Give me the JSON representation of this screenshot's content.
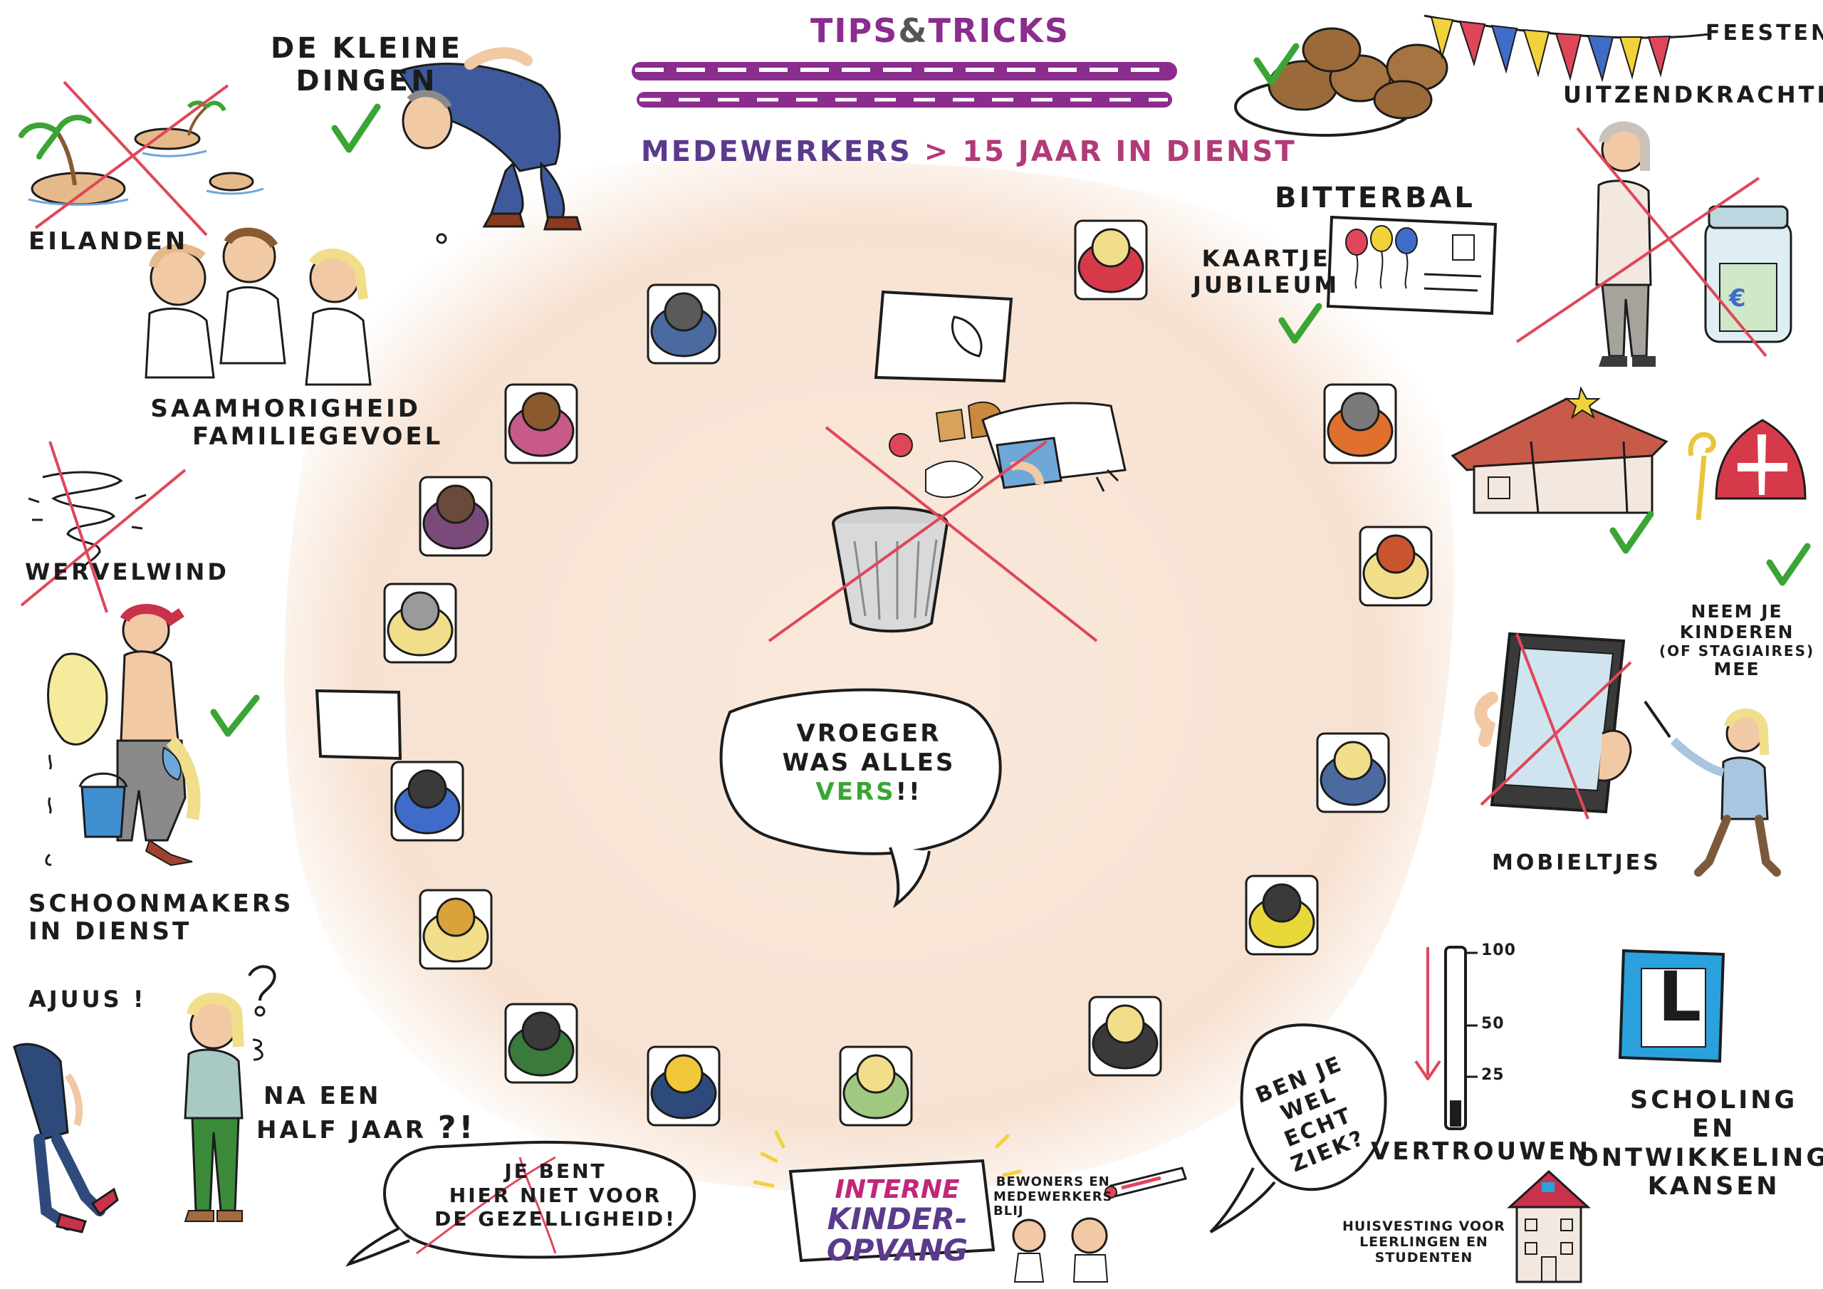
{
  "header": {
    "tips": "TIPS",
    "amp": "&",
    "tricks": "TRICKS",
    "subtitle_left": "MEDEWERKERS",
    "subtitle_gt": ">",
    "subtitle_right": "15 JAAR IN DIENST"
  },
  "labels": {
    "eilanden": "EILANDEN",
    "kleine_dingen_1": "DE KLEINE",
    "kleine_dingen_2": "DINGEN",
    "saamhorigheid_1": "SAAMHORIGHEID",
    "saamhorigheid_2": "FAMILIEGEVOEL",
    "wervelwind": "WERVELWIND",
    "schoonmakers_1": "SCHOONMAKERS",
    "schoonmakers_2": "IN DIENST",
    "ajuus": "AJUUS !",
    "half_jaar_1": "NA EEN",
    "half_jaar_2": "HALF JAAR",
    "half_jaar_mark": "?!",
    "bitterbal": "BITTERBAL",
    "feesten": "FEESTEN",
    "uitzendkrachten": "UITZENDKRACHTEN",
    "kaartje_1": "KAARTJE",
    "kaartje_2": "JUBILEUM",
    "neem_1": "NEEM JE",
    "neem_2": "KINDEREN",
    "neem_3": "(OF STAGIAIRES)",
    "neem_4": "MEE",
    "mobieltjes": "MOBIELTJES",
    "vertrouwen": "VERTROUWEN",
    "scholing_1": "SCHOLING",
    "scholing_2": "EN",
    "scholing_3": "ONTWIKKELINGS",
    "scholing_4": "KANSEN",
    "huisvesting_1": "HUISVESTING VOOR",
    "huisvesting_2": "LEERLINGEN EN",
    "huisvesting_3": "STUDENTEN",
    "bewoners_1": "BEWONERS EN",
    "bewoners_2": "MEDEWERKERS",
    "bewoners_3": "BLIJ",
    "kinder_1": "INTERNE",
    "kinder_2": "KINDER-",
    "kinder_3": "OPVANG",
    "l_sign": "L",
    "euro": "€"
  },
  "bubbles": {
    "vroeger_1": "VROEGER",
    "vroeger_2": "WAS ALLES",
    "vroeger_3": "VERS",
    "vroeger_4": "!!",
    "ziek_1": "BEN JE",
    "ziek_2": "WEL ECHT",
    "ziek_3": "ZIEK?",
    "gezellig_1": "JE BENT",
    "gezellig_2": "HIER NIET VOOR",
    "gezellig_3": "DE GEZELLIGHEID!"
  },
  "thermometer": {
    "ticks": [
      "100",
      "50",
      "25"
    ],
    "level_percent": 15
  },
  "colors": {
    "check": "#3aa534",
    "cross": "#e0465a",
    "purple": "#5b3a8c",
    "magenta": "#c2267a",
    "blob": "#f7e4d6",
    "ink": "#1c1c1c"
  }
}
